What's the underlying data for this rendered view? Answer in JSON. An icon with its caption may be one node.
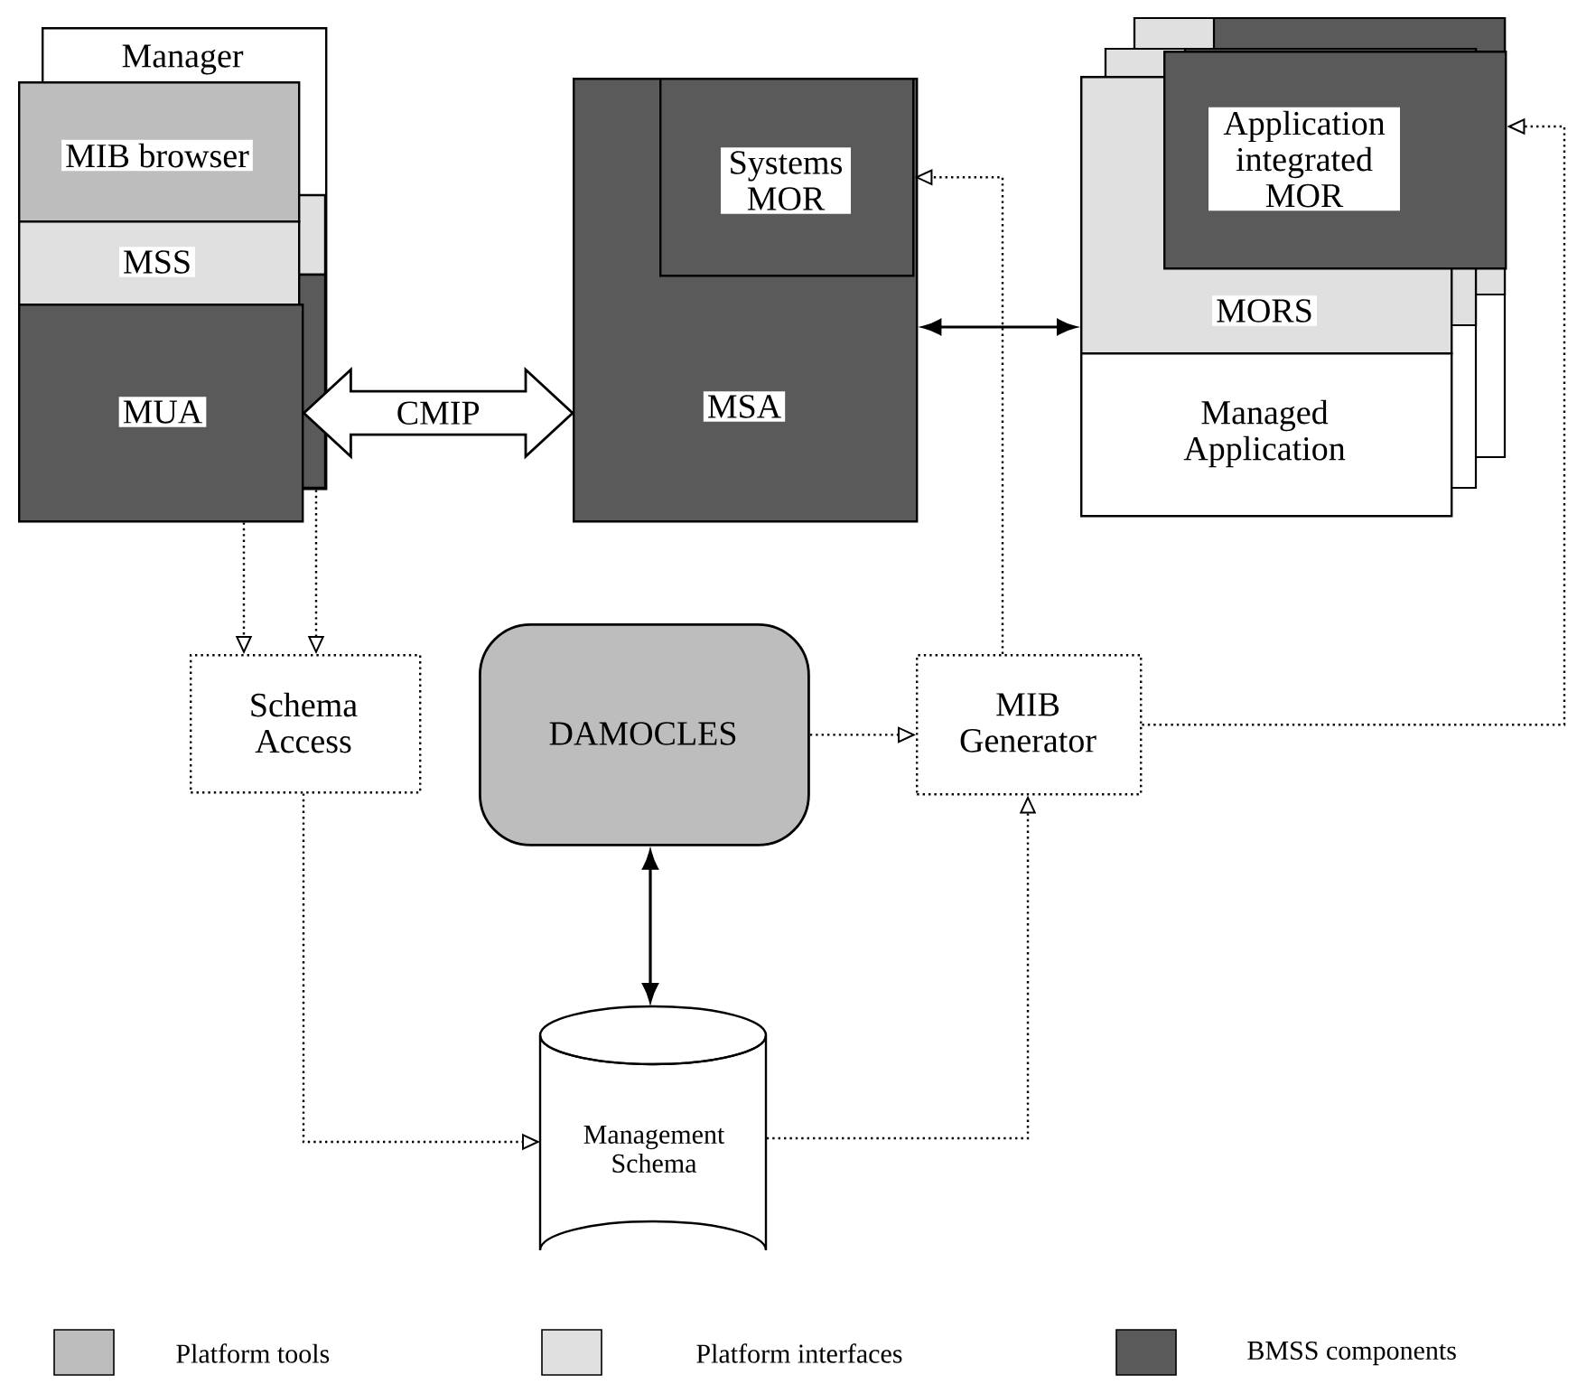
{
  "diagram": {
    "nodes": [
      {
        "text": [
          "Manager"
        ]
      },
      {
        "text": [
          "MIB browser"
        ]
      },
      {
        "text": [
          "MSS"
        ]
      },
      {
        "text": [
          "MUA"
        ]
      },
      {
        "text": [
          "MSA"
        ]
      },
      {
        "text": [
          "Systems MOR"
        ],
        "in": 4
      },
      {
        "text": [
          "MORS"
        ]
      },
      {
        "text": [
          "Application integrated MOR"
        ]
      },
      {
        "text": [
          "Managed Application"
        ]
      },
      {
        "text": [
          "Schema Access"
        ]
      },
      {
        "text": [
          "DAMOCLES"
        ]
      },
      {
        "text": [
          "MIB Generator"
        ]
      },
      {
        "text": [
          "Management Schema"
        ]
      }
    ],
    "edges": [
      {
        "from": 3,
        "to": 4,
        "arrow": "both",
        "label": "CMIP",
        "style": "thick"
      },
      {
        "from": 4,
        "to": 6,
        "arrow": "both"
      },
      {
        "from": 3,
        "to": 9,
        "arrow": "to",
        "style": "dashed"
      },
      {
        "from": 0,
        "to": 9,
        "arrow": "to",
        "style": "dashed"
      },
      {
        "from": 10,
        "to": 11,
        "arrow": "to",
        "style": "dashed"
      },
      {
        "from": 11,
        "to": 5,
        "arrow": "to",
        "style": "dashed"
      },
      {
        "from": 11,
        "to": 7,
        "arrow": "to",
        "style": "dashed"
      },
      {
        "from": 10,
        "to": 12,
        "arrow": "both"
      },
      {
        "from": 9,
        "to": 12,
        "arrow": "to",
        "style": "dashed"
      },
      {
        "from": 12,
        "to": 11,
        "arrow": "to",
        "style": "dashed"
      }
    ],
    "legend": [
      {
        "text": "Platform tools",
        "color": "#bdbdbd"
      },
      {
        "text": "Platform interfaces",
        "color": "#e0e0e0"
      },
      {
        "text": "BMSS components",
        "color": "#5a5a5a"
      }
    ]
  }
}
